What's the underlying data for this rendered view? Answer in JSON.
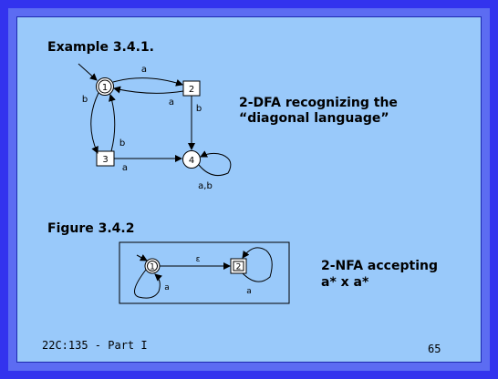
{
  "example_title": "Example 3.4.1.",
  "figure_title": "Figure 3.4.2",
  "dfa": {
    "description_line1": "2-DFA recognizing the",
    "description_line2": "“diagonal language”",
    "states": {
      "s1": "1",
      "s2": "2",
      "s3": "3",
      "s4": "4"
    },
    "edges": {
      "e12": "a",
      "e21": "a",
      "e13": "b",
      "e31": "b",
      "e24": "b",
      "e34": "a",
      "e44": "a,b"
    }
  },
  "nfa": {
    "description_line1": "2-NFA accepting",
    "description_line2": "a* x a*",
    "states": {
      "s1": "1",
      "s2": "2"
    },
    "edges": {
      "e12": "ε",
      "e11": "a",
      "e22": "a"
    }
  },
  "footer": {
    "course": "22C:135 - Part I",
    "page": "65"
  },
  "colors": {
    "background": "#99c9fa",
    "frame": "#3333ee",
    "ink": "#000000"
  }
}
